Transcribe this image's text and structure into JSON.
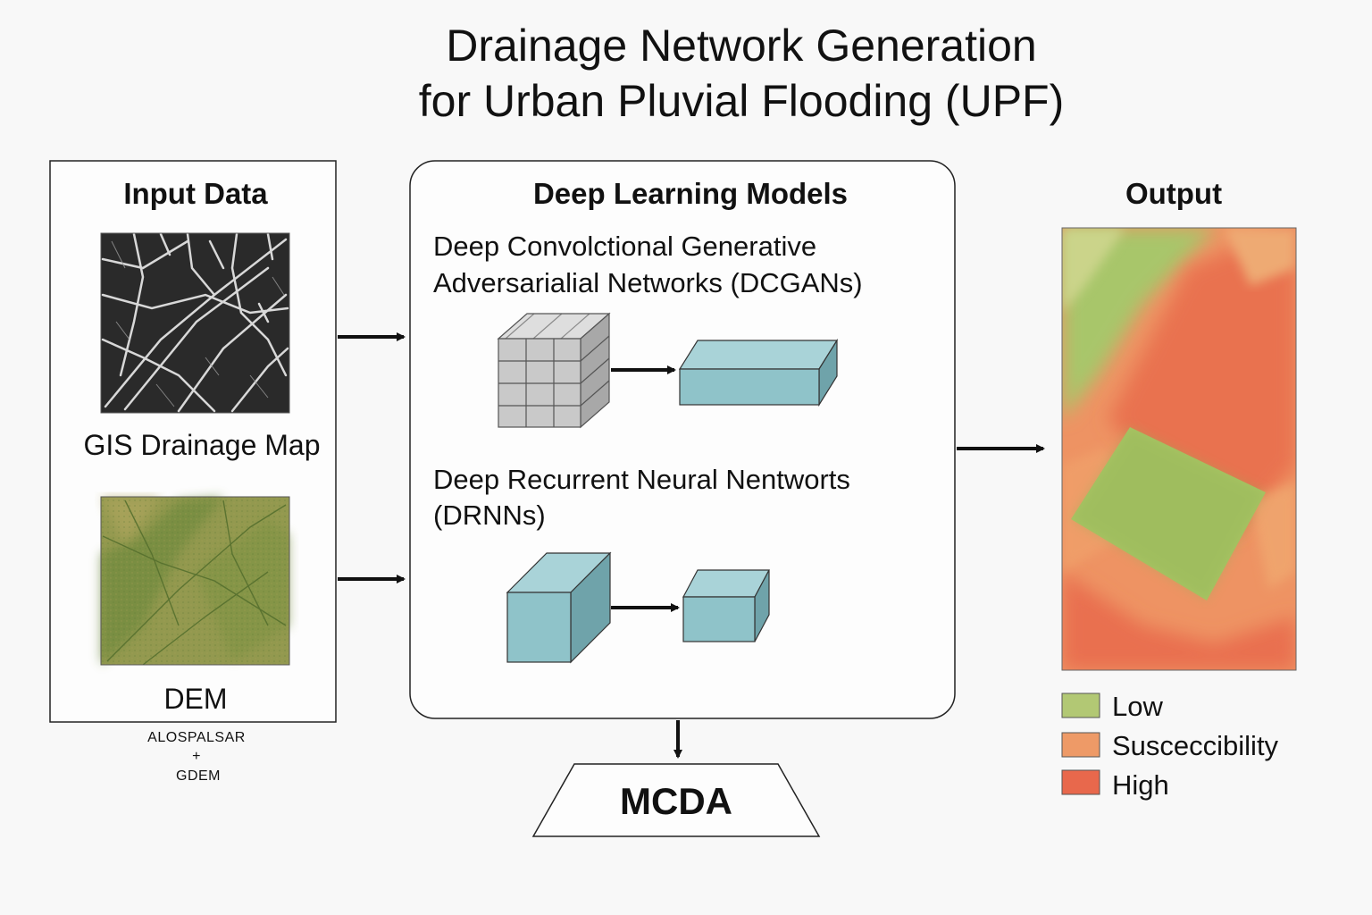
{
  "title": {
    "line1": "Drainage Network Generation",
    "line2": "for Urban Pluvial Flooding (UPF)"
  },
  "input_panel": {
    "heading": "Input Data",
    "gis_label": "GIS Drainage Map",
    "dem_label": "DEM",
    "source_line1": "ALOSPALSAR",
    "source_line2": "+",
    "source_line3": "GDEM"
  },
  "models_panel": {
    "heading": "Deep Learning Models",
    "dcgan_line1": "Deep Convolctional Generative",
    "dcgan_line2": "Adversarialial Networks (DCGANs)",
    "drnn_line1": "Deep Recurrent Neural Nentworts",
    "drnn_line2": "(DRNNs)"
  },
  "output_panel": {
    "heading": "Output",
    "legend": [
      {
        "label": "Low",
        "color": "#b2c874"
      },
      {
        "label": "Susceсcibility",
        "color": "#ee9a67"
      },
      {
        "label": "High",
        "color": "#e8684c"
      }
    ]
  },
  "mcda": {
    "label": "MCDA"
  },
  "colors": {
    "block_fill": "#8fc3c9",
    "block_top": "#a9d3d8",
    "block_side": "#6fa3aa",
    "grid_fill": "#c9c9c9"
  }
}
